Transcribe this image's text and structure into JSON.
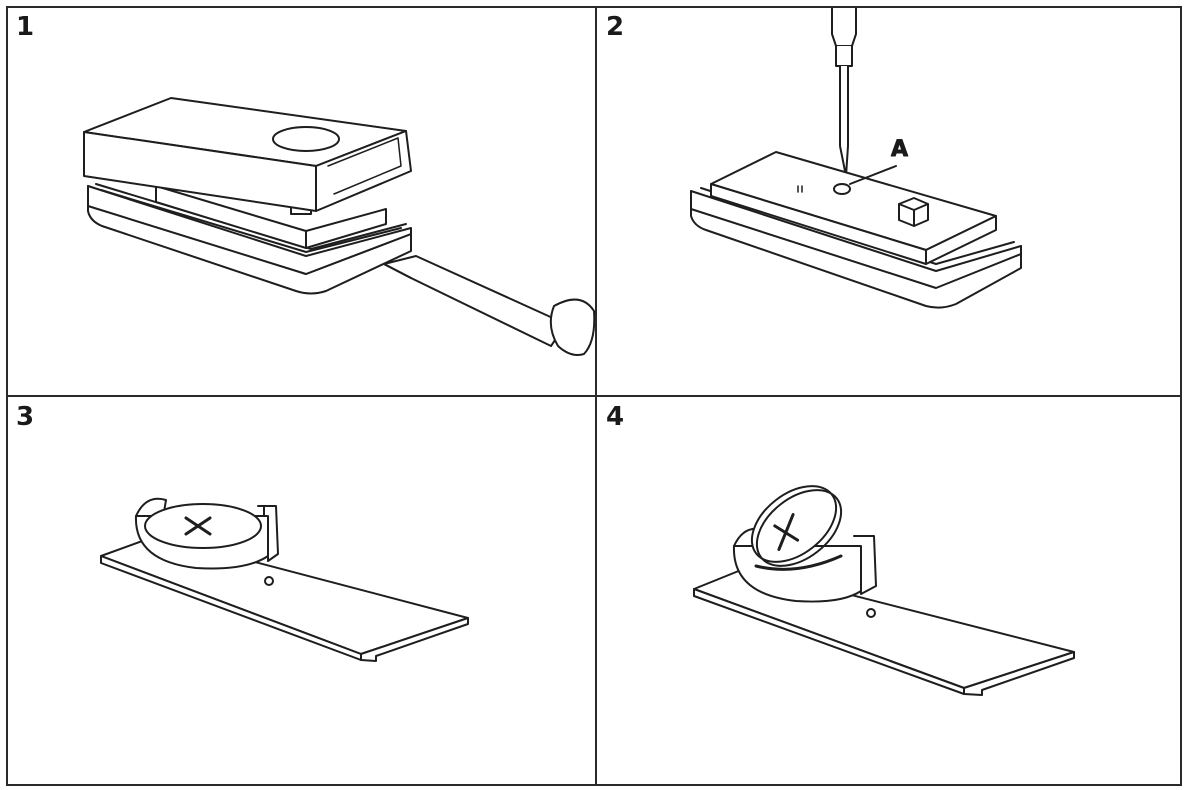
{
  "colors": {
    "line": "#1e1e1e",
    "background": "#ffffff",
    "frame": "#2a2a2a"
  },
  "steps": [
    {
      "number": "1"
    },
    {
      "number": "2",
      "callout": "A"
    },
    {
      "number": "3"
    },
    {
      "number": "4"
    }
  ]
}
